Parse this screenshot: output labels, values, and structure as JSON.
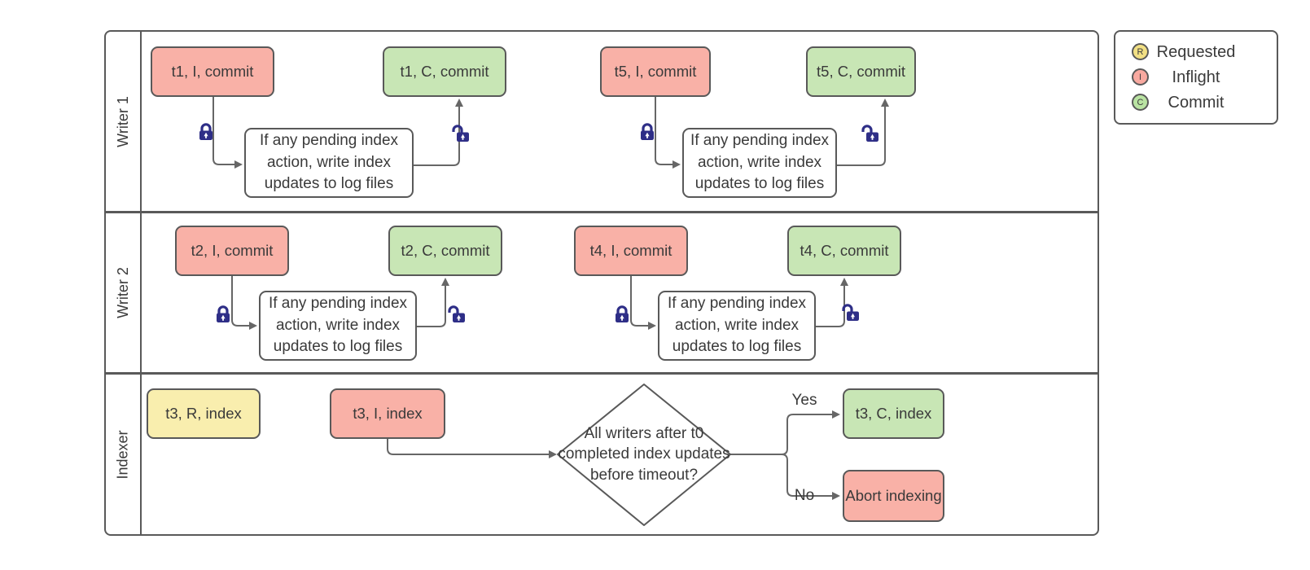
{
  "lanes": {
    "lane1": "Writer 1",
    "lane2": "Writer 2",
    "lane3": "Indexer"
  },
  "nodes": {
    "t1_inflight": "t1, I, commit",
    "t1_commit": "t1, C, commit",
    "t5_inflight": "t5, I, commit",
    "t5_commit": "t5, C, commit",
    "t2_inflight": "t2, I, commit",
    "t2_commit": "t2, C, commit",
    "t4_inflight": "t4, I, commit",
    "t4_commit": "t4, C, commit",
    "t3_requested": "t3, R, index",
    "t3_inflight": "t3, I, index",
    "t3_commit": "t3, C, index",
    "abort": "Abort indexing",
    "pending_action": "If any pending index action, write index updates to log files",
    "decision": "All writers after t0 completed index updates before timeout?"
  },
  "edge_labels": {
    "yes": "Yes",
    "no": "No"
  },
  "legend": {
    "items": [
      {
        "letter": "R",
        "label": "Requested",
        "color": "#f2e084"
      },
      {
        "letter": "I",
        "label": "Inflight",
        "color": "#f8a9a0"
      },
      {
        "letter": "C",
        "label": "Commit",
        "color": "#b9e3a2"
      }
    ]
  },
  "colors": {
    "requested_fill": "#f9eeae",
    "inflight_fill": "#f9b1a7",
    "commit_fill": "#c8e6b5",
    "shape_border": "#595959",
    "connector": "#666666",
    "lock": "#2e2e87",
    "text": "#3a3a3a"
  }
}
